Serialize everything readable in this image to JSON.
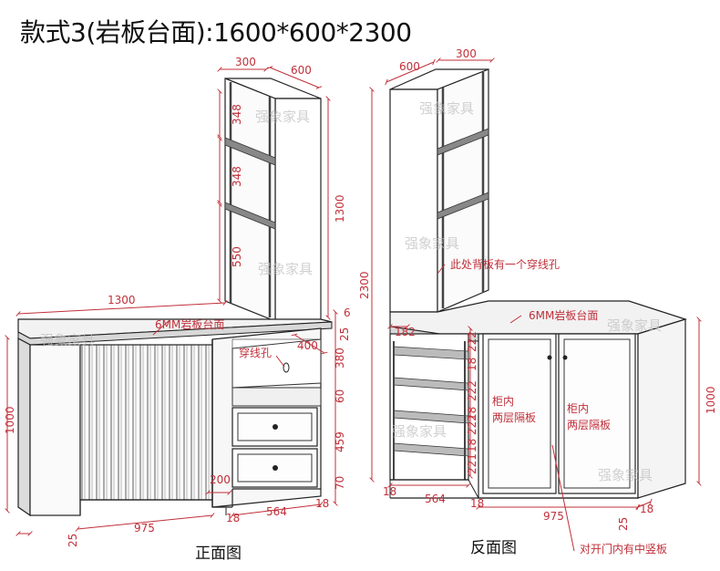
{
  "title": "款式3(岩板台面):1600*600*2300",
  "front_view": {
    "caption": "正面图",
    "dims": {
      "top_w": "300",
      "top_d": "600",
      "shelf1": "348",
      "shelf2": "348",
      "shelf3": "550",
      "upper_h": "1300",
      "desk_w": "1300",
      "gap_6": "6",
      "gap_25": "25",
      "depth_400": "400",
      "h380": "380",
      "h60": "60",
      "h459": "459",
      "h70": "70",
      "total_h": "1000",
      "w200": "200",
      "w975": "975",
      "w564": "564",
      "t18a": "18",
      "t18b": "18",
      "t25": "25"
    },
    "notes": {
      "top_note": "6MM岩板台面",
      "hole_note": "穿线孔"
    }
  },
  "back_view": {
    "caption": "反面图",
    "dims": {
      "top_d": "600",
      "top_w": "300",
      "total_h": "2300",
      "d182": "182",
      "s222a": "222",
      "s18a": "18",
      "s222b": "222",
      "s18b": "18",
      "s222c": "222",
      "s18c": "18",
      "s221": "221",
      "h1000": "1000",
      "w18a": "18",
      "w564": "564",
      "w18b": "18",
      "w975": "975",
      "t25": "25",
      "t18": "18"
    },
    "notes": {
      "back_hole": "此处背板有一个穿线孔",
      "top_note": "6MM岩板台面",
      "inner_left": [
        "柜内",
        "两层隔板"
      ],
      "inner_right": [
        "柜内",
        "两层隔板"
      ],
      "door_note": "对开门内有中竖板"
    }
  },
  "watermark": "强象家具",
  "colors": {
    "dimension": "#c0303a",
    "line": "#222222",
    "panel": "#6a6a6a",
    "fill": "#f4f4f4"
  }
}
